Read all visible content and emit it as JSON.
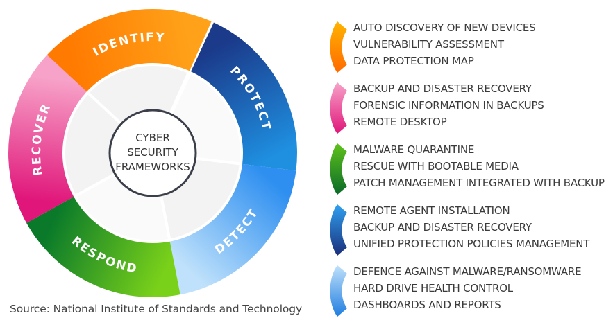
{
  "center": {
    "lines": [
      "CYBER",
      "SECURITY",
      "FRAMEWORKS"
    ]
  },
  "segments": [
    {
      "label": "IDENTIFY",
      "color_from": "#ff7a00",
      "color_to": "#ffa21a"
    },
    {
      "label": "PROTECT",
      "color_from": "#1b3a8a",
      "color_to": "#1f8fe0"
    },
    {
      "label": "DETECT",
      "color_from": "#2e8ff0",
      "color_to": "#bfe1fb"
    },
    {
      "label": "RESPOND",
      "color_from": "#7ad11a",
      "color_to": "#0a7a2a"
    },
    {
      "label": "RECOVER",
      "color_from": "#e0167a",
      "color_to": "#f7a2c8"
    }
  ],
  "legend": [
    {
      "group": "identify",
      "lines": [
        "AUTO DISCOVERY OF NEW DEVICES",
        "VULNERABILITY ASSESSMENT",
        "DATA PROTECTION  MAP"
      ],
      "color_from": "#ffb300",
      "color_to": "#ff6a00"
    },
    {
      "group": "recover",
      "lines": [
        "BACKUP AND DISASTER RECOVERY",
        "FORENSIC INFORMATION IN BACKUPS",
        "REMOTE DESKTOP"
      ],
      "color_from": "#f7a2c8",
      "color_to": "#e0167a"
    },
    {
      "group": "respond",
      "lines": [
        "MALWARE QUARANTINE",
        "RESCUE WITH BOOTABLE MEDIA",
        "PATCH MANAGEMENT INTEGRATED WITH BACKUP"
      ],
      "color_from": "#5fc21a",
      "color_to": "#0a6a2a"
    },
    {
      "group": "protect",
      "lines": [
        "REMOTE AGENT INSTALLATION",
        "BACKUP AND DISASTER RECOVERY",
        "UNIFIED PROTECTION POLICIES MANAGEMENT"
      ],
      "color_from": "#2fa0f0",
      "color_to": "#1b2f7a"
    },
    {
      "group": "detect",
      "lines": [
        "DEFENCE AGAINST MALWARE/RANSOMWARE",
        "HARD DRIVE HEALTH CONTROL",
        "DASHBOARDS AND REPORTS"
      ],
      "color_from": "#bfe1fb",
      "color_to": "#1f7de0"
    }
  ],
  "source": "Source: National Institute of Standards and Technology"
}
